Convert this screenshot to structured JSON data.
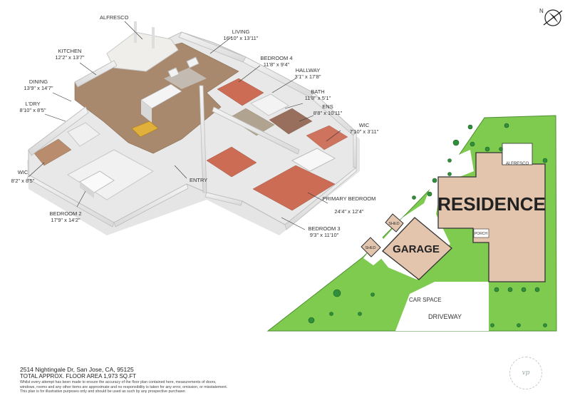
{
  "compass": {
    "label": "N"
  },
  "rooms": [
    {
      "name": "ALFRESCO",
      "dims": ""
    },
    {
      "name": "LIVING",
      "dims": "16'10\" x 13'11\""
    },
    {
      "name": "KITCHEN",
      "dims": "12'2\" x 13'7\""
    },
    {
      "name": "BEDROOM 4",
      "dims": "11'8\" x 9'4\""
    },
    {
      "name": "HALLWAY",
      "dims": "3'1\" x 17'8\""
    },
    {
      "name": "DINING",
      "dims": "13'9\" x 14'7\""
    },
    {
      "name": "BATH",
      "dims": "11'8\" x 5'1\""
    },
    {
      "name": "L'DRY",
      "dims": "8'10\" x 8'5\""
    },
    {
      "name": "ENS",
      "dims": "8'8\" x 10'11\""
    },
    {
      "name": "WIC",
      "dims": "7'10\" x 3'11\""
    },
    {
      "name": "WIC",
      "dims": "8'2\" x 8'5\""
    },
    {
      "name": "ENTRY",
      "dims": ""
    },
    {
      "name": "PRIMARY BEDROOM",
      "dims": "24'4\" x 12'4\""
    },
    {
      "name": "BEDROOM 2",
      "dims": "17'9\" x 14'2\""
    },
    {
      "name": "BEDROOM 3",
      "dims": "9'3\" x 11'10\""
    }
  ],
  "site_plan": {
    "residence": "RESIDENCE",
    "garage": "GARAGE",
    "alfresco": "ALFRESCO",
    "porch": "PORCH",
    "shed_a": "SHED",
    "shed_b": "SHED",
    "car_space": "CAR SPACE",
    "driveway": "DRIVEWAY"
  },
  "footer": {
    "address": "2514 Nightingale Dr, San Jose, CA, 95125",
    "area": "TOTAL APPROX. FLOOR AREA 1,973 SQ.FT",
    "disclaimer_1": "Whilst every attempt has been made to ensure the accuracy of the floor plan contained here, measurements of doors,",
    "disclaimer_2": "windows, rooms and any other items are approximate and no responsibility is taken for any error, omission, or misstatement.",
    "disclaimer_3": "This plan is for illustrative purposes only and should be used as such by any prospective purchaser."
  },
  "colors": {
    "lawn": "#7ecb50",
    "building": "#e3c4ad",
    "floor_wood": "#a9896e",
    "wall": "#e9e9e9"
  }
}
